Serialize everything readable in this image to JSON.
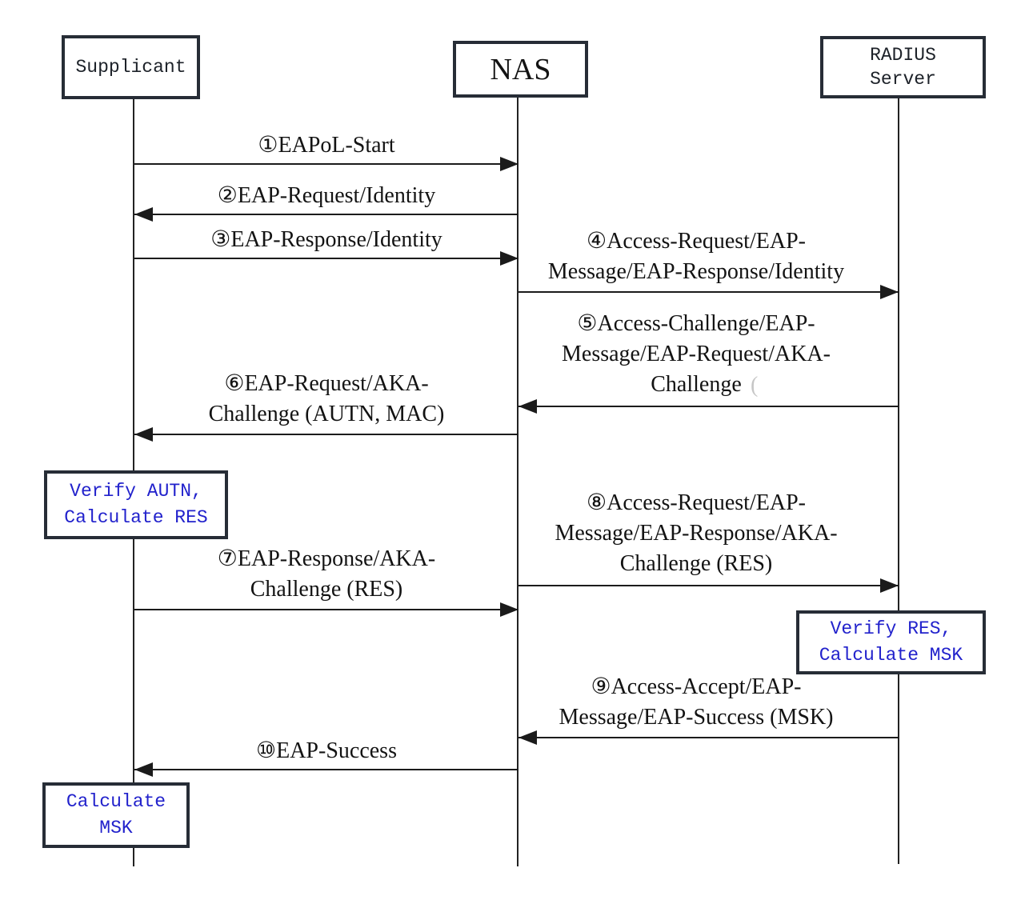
{
  "diagram_type": "sequence-diagram",
  "subject": "EAP-AKA authentication over 802.1X / RADIUS",
  "colors": {
    "background": "#ffffff",
    "box_border": "#272d36",
    "line": "#1b1b1b",
    "message_text": "#131313",
    "note_text": "#2222cc",
    "faint_mark": "#c6c6c6"
  },
  "actors": [
    {
      "label": "Supplicant"
    },
    {
      "label": "NAS"
    },
    {
      "label": "RADIUS\nServer"
    }
  ],
  "messages": [
    {
      "label": "①EAPoL-Start",
      "from": "Supplicant",
      "to": "NAS"
    },
    {
      "label": "②EAP-Request/Identity",
      "from": "NAS",
      "to": "Supplicant"
    },
    {
      "label": "③EAP-Response/Identity",
      "from": "Supplicant",
      "to": "NAS"
    },
    {
      "label": "④Access-Request/EAP-\nMessage/EAP-Response/Identity",
      "from": "NAS",
      "to": "RADIUS Server"
    },
    {
      "label": "⑤Access-Challenge/EAP-\nMessage/EAP-Request/AKA-\nChallenge",
      "faint_suffix": "(",
      "from": "RADIUS Server",
      "to": "NAS"
    },
    {
      "label": "⑥EAP-Request/AKA-\nChallenge (AUTN, MAC)",
      "from": "NAS",
      "to": "Supplicant"
    },
    {
      "label": "⑦EAP-Response/AKA-\nChallenge (RES)",
      "from": "Supplicant",
      "to": "NAS"
    },
    {
      "label": "⑧Access-Request/EAP-\nMessage/EAP-Response/AKA-\nChallenge (RES)",
      "from": "NAS",
      "to": "RADIUS Server"
    },
    {
      "label": "⑨Access-Accept/EAP-\nMessage/EAP-Success (MSK)",
      "from": "RADIUS Server",
      "to": "NAS"
    },
    {
      "label": "⑩EAP-Success",
      "from": "NAS",
      "to": "Supplicant"
    }
  ],
  "notes": [
    {
      "label": "Verify AUTN,\nCalculate RES",
      "actor": "Supplicant"
    },
    {
      "label": "Verify RES,\nCalculate MSK",
      "actor": "RADIUS Server"
    },
    {
      "label": "Calculate MSK",
      "actor": "Supplicant"
    }
  ]
}
